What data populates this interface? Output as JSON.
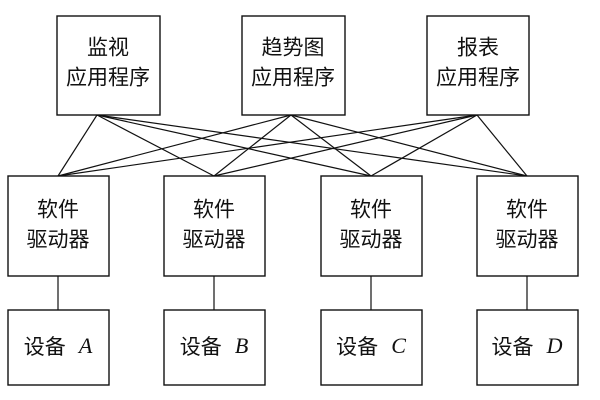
{
  "applications": [
    {
      "line1": "监视",
      "line2": "应用程序"
    },
    {
      "line1": "趋势图",
      "line2": "应用程序"
    },
    {
      "line1": "报表",
      "line2": "应用程序"
    }
  ],
  "drivers": [
    {
      "line1": "软件",
      "line2": "驱动器"
    },
    {
      "line1": "软件",
      "line2": "驱动器"
    },
    {
      "line1": "软件",
      "line2": "驱动器"
    },
    {
      "line1": "软件",
      "line2": "驱动器"
    }
  ],
  "devices": [
    {
      "name": "设备",
      "id": "A"
    },
    {
      "name": "设备",
      "id": "B"
    },
    {
      "name": "设备",
      "id": "C"
    },
    {
      "name": "设备",
      "id": "D"
    }
  ],
  "colors": {
    "line": "#111111",
    "box_fill": "#ffffff"
  }
}
